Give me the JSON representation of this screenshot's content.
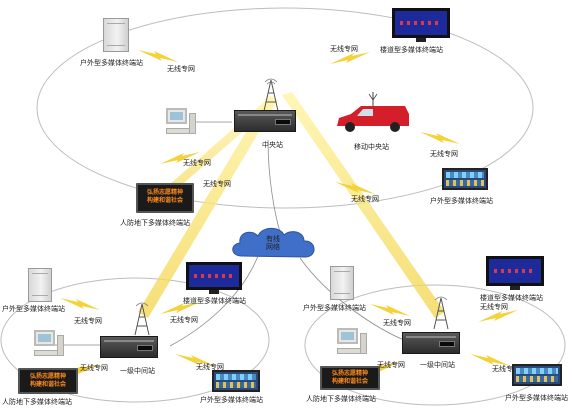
{
  "central": {
    "outdoor_terminal": "户外型多媒体终端站",
    "corridor_terminal": "楼道型多媒体终端站",
    "center_station": "中央站",
    "mobile_center": "移动中央站",
    "outdoor_terminal_right": "户外型多媒体终端站",
    "air_defense_terminal": "人防地下多媒体终端站",
    "led_text": [
      "弘扬志愿精神",
      "构建和谐社会"
    ]
  },
  "links": {
    "wireless": "无线专网"
  },
  "cloud": {
    "line1": "有线",
    "line2": "网络"
  },
  "left_cluster": {
    "outdoor_terminal": "户外型多媒体终端站",
    "corridor_terminal": "楼道型多媒体终端站",
    "primary_station": "一级中间站",
    "outdoor_terminal_bottom": "户外型多媒体终端站",
    "air_defense_terminal": "人防地下多媒体终端站",
    "led_text": [
      "弘扬志愿精神",
      "构建和谐社会"
    ]
  },
  "right_cluster": {
    "outdoor_terminal": "户外型多媒体终端站",
    "corridor_terminal": "楼道型多媒体终端站",
    "primary_station": "一级中间站",
    "outdoor_terminal_bottom": "户外型多媒体终端站",
    "air_defense_terminal": "人防地下多媒体终端站",
    "led_text": [
      "弘扬志愿精神",
      "构建和谐社会"
    ]
  },
  "colors": {
    "bolt": "#f3d23a",
    "beam": "#f7e27a",
    "ellipse": "#bfbfbf",
    "cloud": "#3f6fc8"
  }
}
